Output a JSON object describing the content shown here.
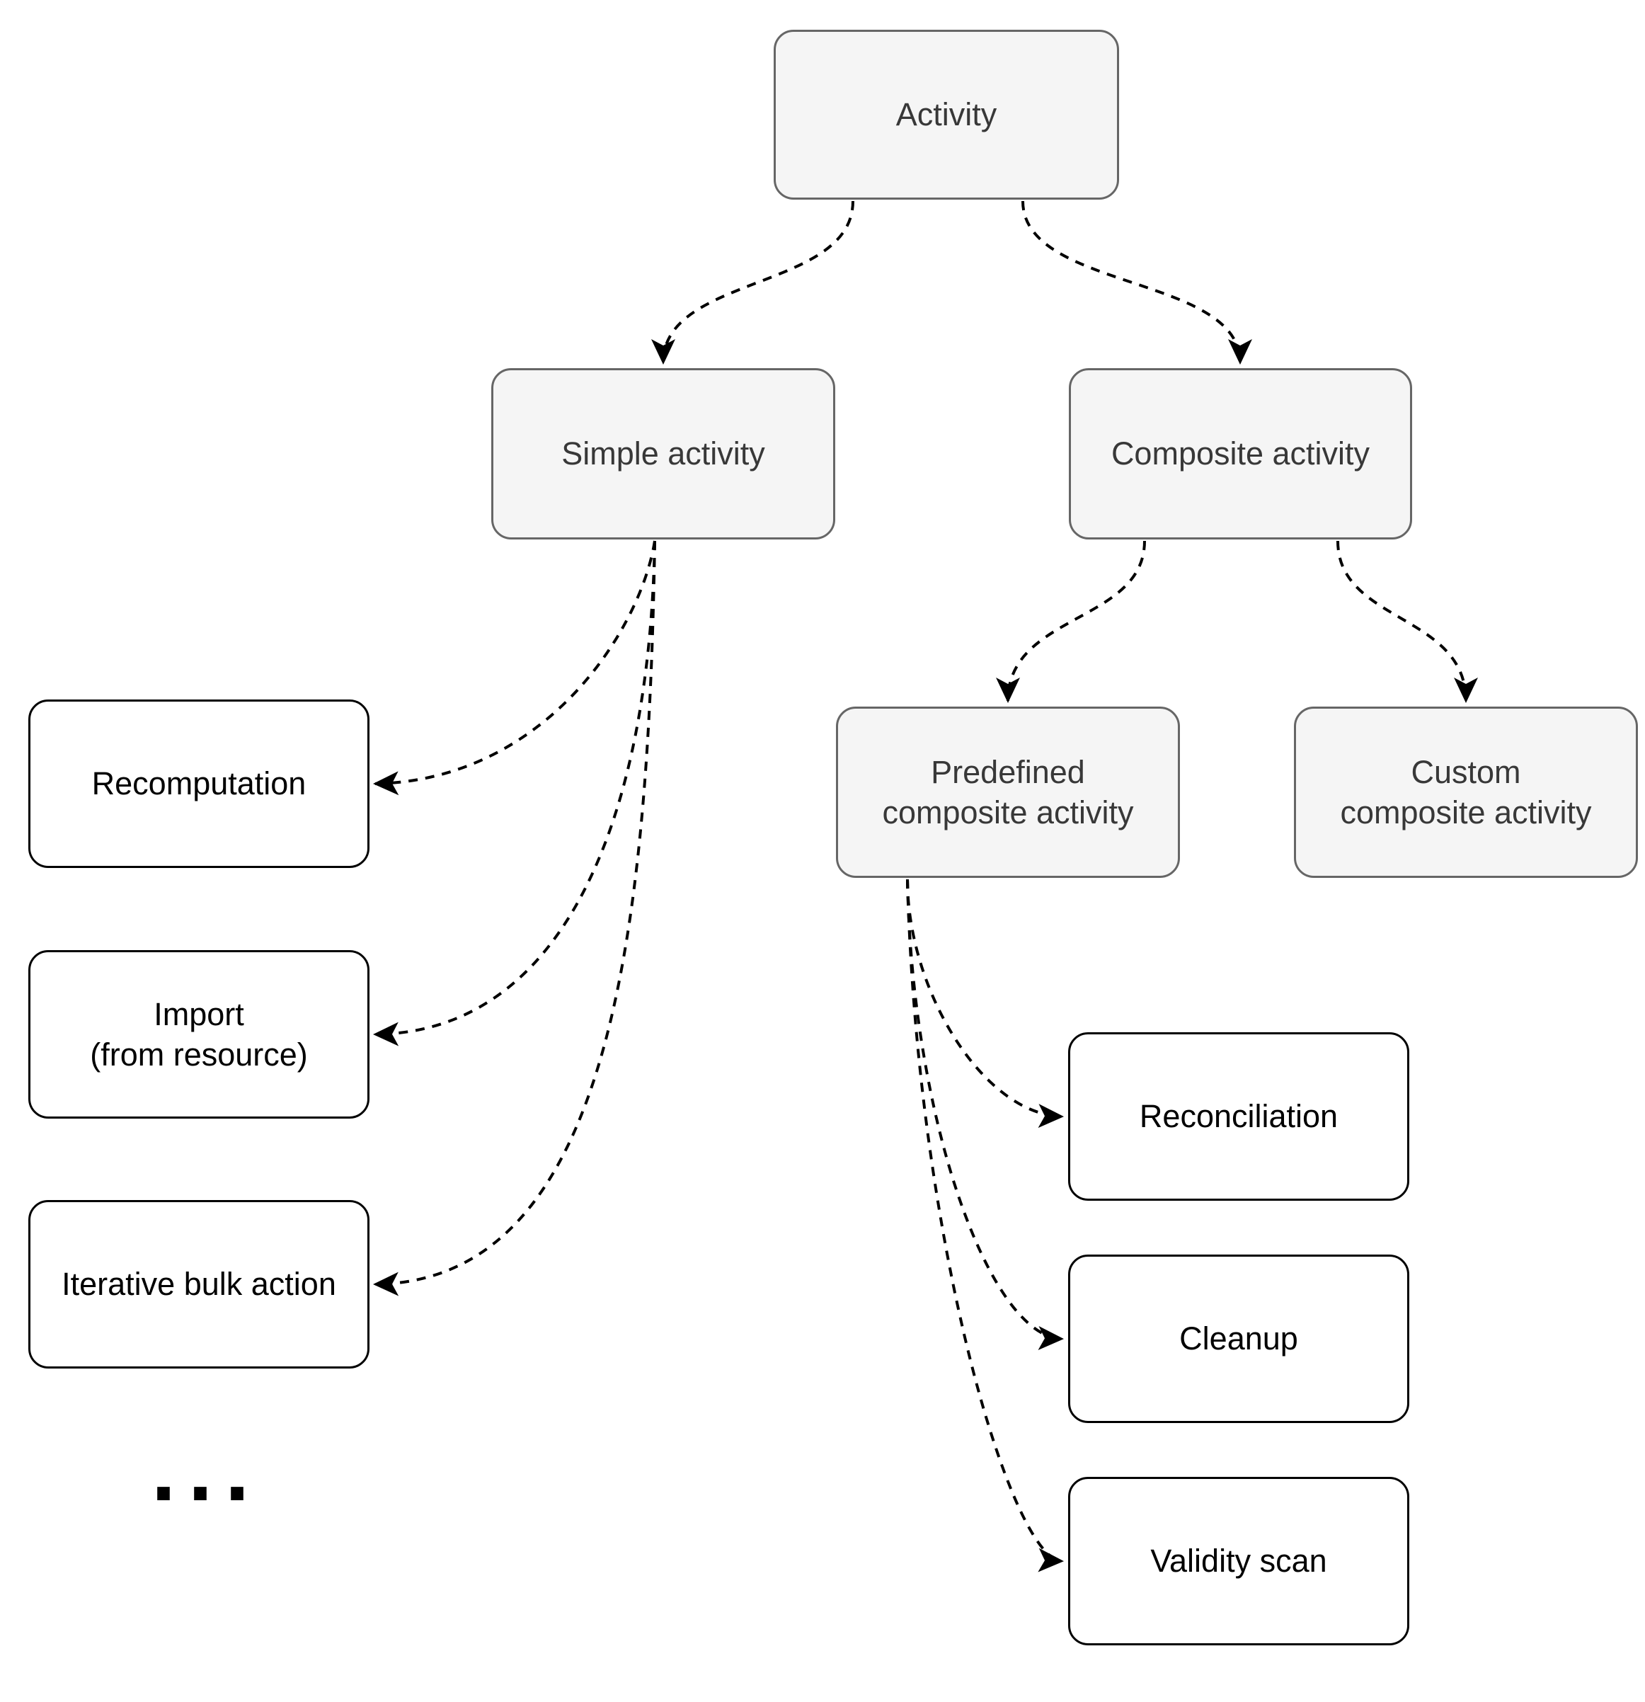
{
  "diagram": {
    "type": "tree-diagram",
    "nodes": {
      "activity": {
        "label": "Activity",
        "kind": "abstract"
      },
      "simple_activity": {
        "label": "Simple activity",
        "kind": "abstract"
      },
      "composite_activity": {
        "label": "Composite activity",
        "kind": "abstract"
      },
      "recomputation": {
        "label": "Recomputation",
        "kind": "concrete"
      },
      "import_from_resource": {
        "label": "Import\n(from resource)",
        "kind": "concrete"
      },
      "iterative_bulk_action": {
        "label": "Iterative bulk action",
        "kind": "concrete"
      },
      "predefined_composite_activity": {
        "label": "Predefined\ncomposite activity",
        "kind": "abstract"
      },
      "custom_composite_activity": {
        "label": "Custom\ncomposite activity",
        "kind": "abstract"
      },
      "reconciliation": {
        "label": "Reconciliation",
        "kind": "concrete"
      },
      "cleanup": {
        "label": "Cleanup",
        "kind": "concrete"
      },
      "validity_scan": {
        "label": "Validity scan",
        "kind": "concrete"
      }
    },
    "ellipsis": "...",
    "edges": [
      {
        "from": "activity",
        "to": "simple_activity",
        "style": "dashed-arrow"
      },
      {
        "from": "activity",
        "to": "composite_activity",
        "style": "dashed-arrow"
      },
      {
        "from": "simple_activity",
        "to": "recomputation",
        "style": "dashed-arrow"
      },
      {
        "from": "simple_activity",
        "to": "import_from_resource",
        "style": "dashed-arrow"
      },
      {
        "from": "simple_activity",
        "to": "iterative_bulk_action",
        "style": "dashed-arrow"
      },
      {
        "from": "composite_activity",
        "to": "predefined_composite_activity",
        "style": "dashed-arrow"
      },
      {
        "from": "composite_activity",
        "to": "custom_composite_activity",
        "style": "dashed-arrow"
      },
      {
        "from": "predefined_composite_activity",
        "to": "reconciliation",
        "style": "dashed-arrow"
      },
      {
        "from": "predefined_composite_activity",
        "to": "cleanup",
        "style": "dashed-arrow"
      },
      {
        "from": "predefined_composite_activity",
        "to": "validity_scan",
        "style": "dashed-arrow"
      }
    ],
    "colors": {
      "abstract_fill": "#f5f5f5",
      "abstract_border": "#666666",
      "abstract_text": "#383838",
      "concrete_fill": "#ffffff",
      "concrete_border": "#000000",
      "concrete_text": "#000000",
      "edge": "#000000",
      "background": "#ffffff"
    }
  }
}
